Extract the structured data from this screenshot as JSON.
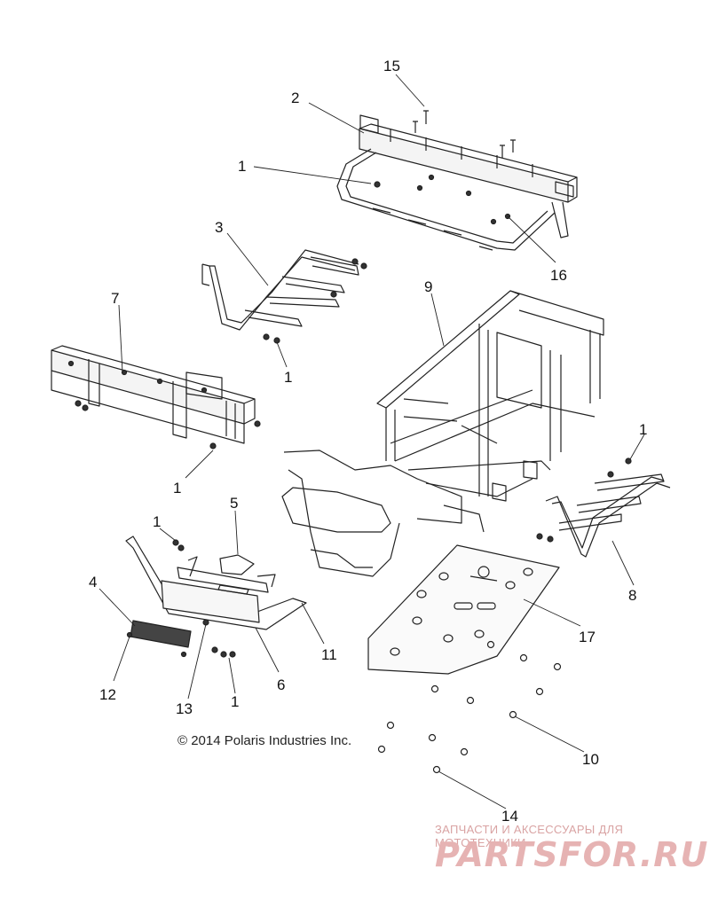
{
  "callouts": [
    {
      "id": "c15",
      "label": "15"
    },
    {
      "id": "c2",
      "label": "2"
    },
    {
      "id": "c1a",
      "label": "1"
    },
    {
      "id": "c16",
      "label": "16"
    },
    {
      "id": "c3",
      "label": "3"
    },
    {
      "id": "c9",
      "label": "9"
    },
    {
      "id": "c7",
      "label": "7"
    },
    {
      "id": "c1b",
      "label": "1"
    },
    {
      "id": "c1c",
      "label": "1"
    },
    {
      "id": "c1d",
      "label": "1"
    },
    {
      "id": "c5",
      "label": "5"
    },
    {
      "id": "c1e",
      "label": "1"
    },
    {
      "id": "c4",
      "label": "4"
    },
    {
      "id": "c8",
      "label": "8"
    },
    {
      "id": "c17",
      "label": "17"
    },
    {
      "id": "c11",
      "label": "11"
    },
    {
      "id": "c12",
      "label": "12"
    },
    {
      "id": "c6",
      "label": "6"
    },
    {
      "id": "c13",
      "label": "13"
    },
    {
      "id": "c1f",
      "label": "1"
    },
    {
      "id": "c10",
      "label": "10"
    },
    {
      "id": "c14",
      "label": "14"
    }
  ],
  "copyright": "© 2014 Polaris Industries Inc.",
  "watermark": {
    "tagline": "ЗАПЧАСТИ И АКСЕССУАРЫ ДЛЯ МОТОТЕХНИКИ",
    "logo": "PARTSFOR.RU"
  }
}
